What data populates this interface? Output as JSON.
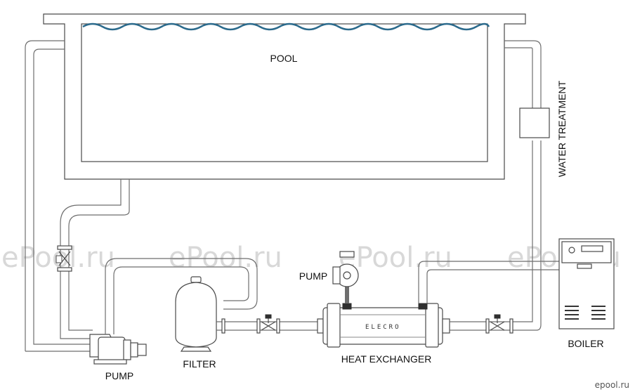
{
  "labels": {
    "pool": "POOL",
    "water_treatment": "WATER TREATMENT",
    "pump_main": "PUMP",
    "pump_circ": "PUMP",
    "filter": "FILTER",
    "heat_exchanger": "HEAT EXCHANGER",
    "boiler": "BOILER",
    "exchanger_brand": "ELECRO"
  },
  "watermarks": [
    "ePool.ru",
    "ePool.ru",
    "ePool.ru",
    "ePool.ru"
  ],
  "site_mark": "epool.ru",
  "colors": {
    "water": "#2b6a8c",
    "pipe": "#6e6e6e",
    "outline": "#333333"
  }
}
